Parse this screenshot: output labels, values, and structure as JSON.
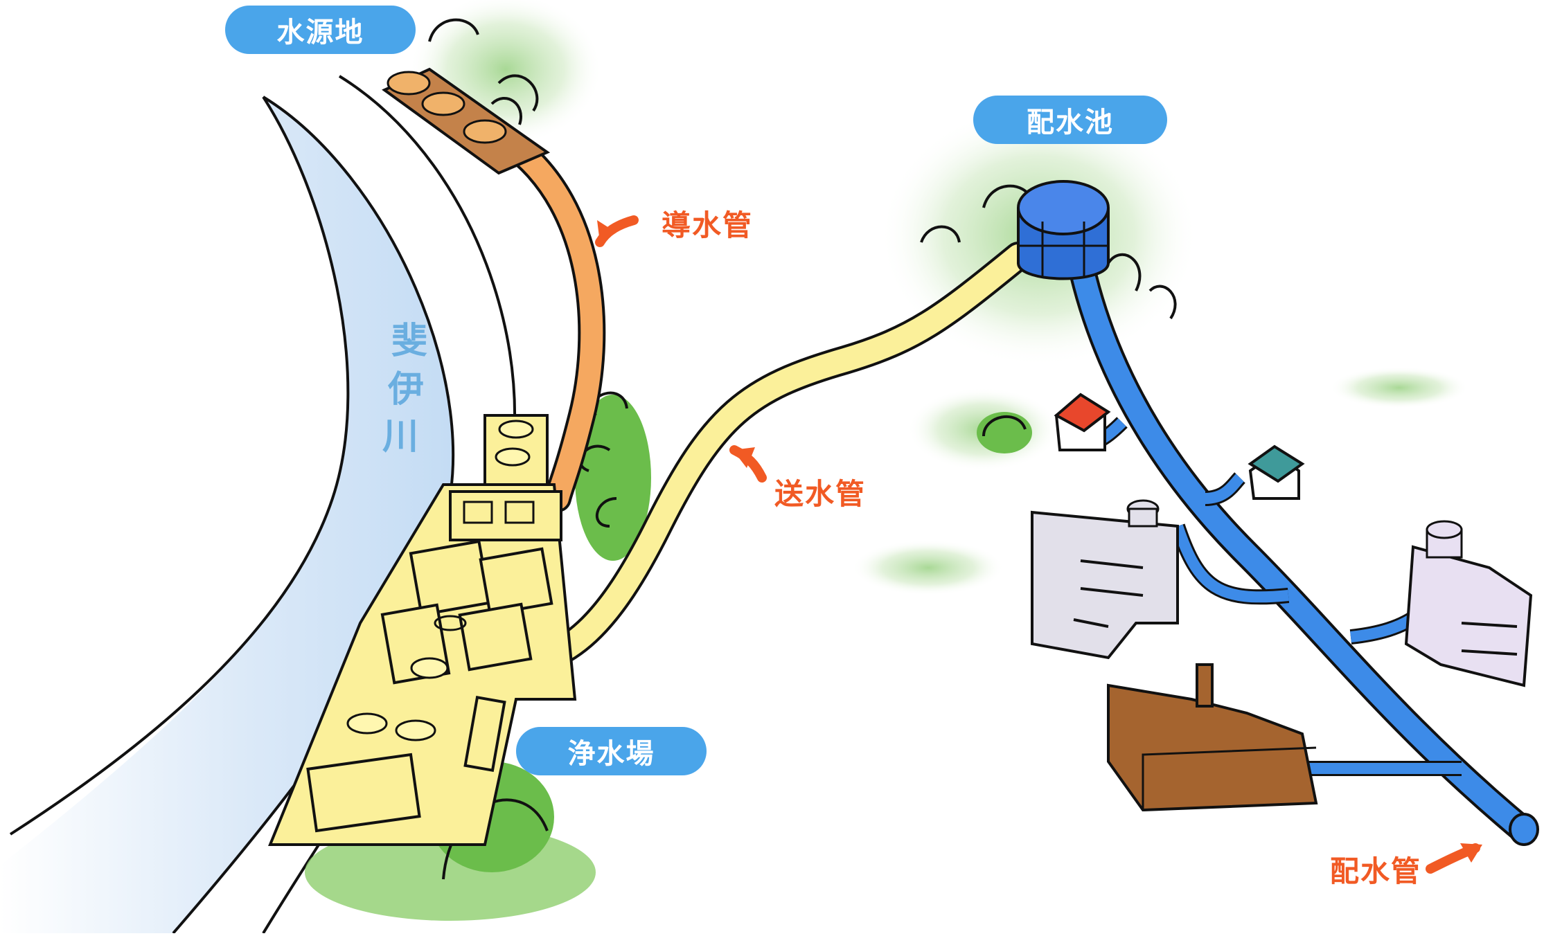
{
  "labels": {
    "source": "水源地",
    "distribution_reservoir": "配水池",
    "purification_plant": "浄水場",
    "conduit_pipe": "導水管",
    "transmission_pipe": "送水管",
    "distribution_pipe": "配水管",
    "river": [
      "斐",
      "伊",
      "川"
    ]
  },
  "colors": {
    "label_bg": "#4aa5ea",
    "pipe_label": "#f15a24",
    "river": "#dbe9f8",
    "conduit": "#f5a860",
    "transmission": "#fbf09a",
    "distribution": "#3d8be8",
    "greenery": "#5fae3f",
    "reservoir": "#2f6fd6",
    "factory": "#a5642f",
    "building": "#e2e0ea"
  },
  "icons": [
    "arrow-icon",
    "tree-icon",
    "house-icon",
    "building-icon",
    "factory-icon",
    "reservoir-tank-icon",
    "intake-tanks-icon"
  ]
}
